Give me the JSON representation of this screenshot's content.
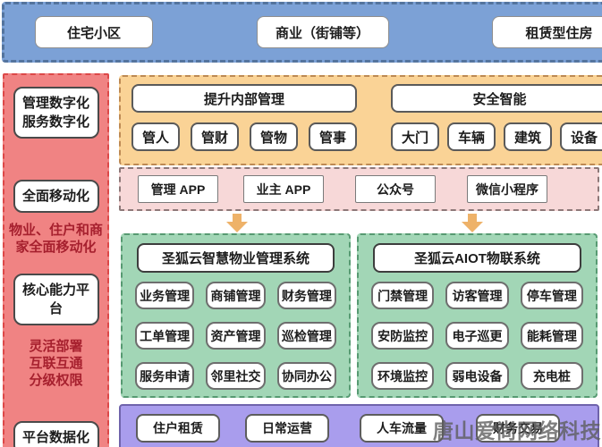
{
  "diagram": {
    "top_bar": {
      "items": [
        "住宅小区",
        "商业（街铺等）",
        "租赁型住房"
      ]
    },
    "sidebar": {
      "box_digitization_line1": "管理数字化",
      "box_digitization_line2": "服务数字化",
      "box_mobility": "全面移动化",
      "note_mobility_line1": "物业、住户和商",
      "note_mobility_line2": "家全面移动化",
      "box_core_platform": "核心能力平台",
      "note_capability_line1": "灵活部署",
      "note_capability_line2": "互联互通",
      "note_capability_line3": "分级权限",
      "box_platform_data": "平台数据化"
    },
    "internal_mgmt": {
      "title": "提升内部管理",
      "items": [
        "管人",
        "管财",
        "管物",
        "管事"
      ]
    },
    "safety_smart": {
      "title": "安全智能",
      "items": [
        "大门",
        "车辆",
        "建筑",
        "设备"
      ]
    },
    "channels": {
      "items": [
        "管理 APP",
        "业主 APP",
        "公众号",
        "微信小程序"
      ]
    },
    "pms": {
      "title": "圣狐云智慧物业管理系统",
      "items": [
        "业务管理",
        "商铺管理",
        "财务管理",
        "工单管理",
        "资产管理",
        "巡检管理",
        "服务申请",
        "邻里社交",
        "协同办公"
      ]
    },
    "aiot": {
      "title": "圣狐云AIOT物联系统",
      "items": [
        "门禁管理",
        "访客管理",
        "停车管理",
        "安防监控",
        "电子巡更",
        "能耗管理",
        "环境监控",
        "弱电设备",
        "充电桩"
      ]
    },
    "outputs": {
      "items": [
        "住户租赁",
        "日常运营",
        "人车流量",
        "财务交易"
      ]
    },
    "watermark": "唐山爱尚网络科技",
    "colors": {
      "top_bar_bg": "#7ca1d6",
      "sidebar_bg": "#f08383",
      "sidebar_note_text": "#a6202e",
      "orange_bg": "#fad396",
      "pink_bg": "#f7d8d8",
      "green_bg": "#a2d6b6",
      "purple_bg": "#a99ded",
      "arrow": "#eeb269",
      "watermark_text": "#5c5c5c"
    }
  }
}
